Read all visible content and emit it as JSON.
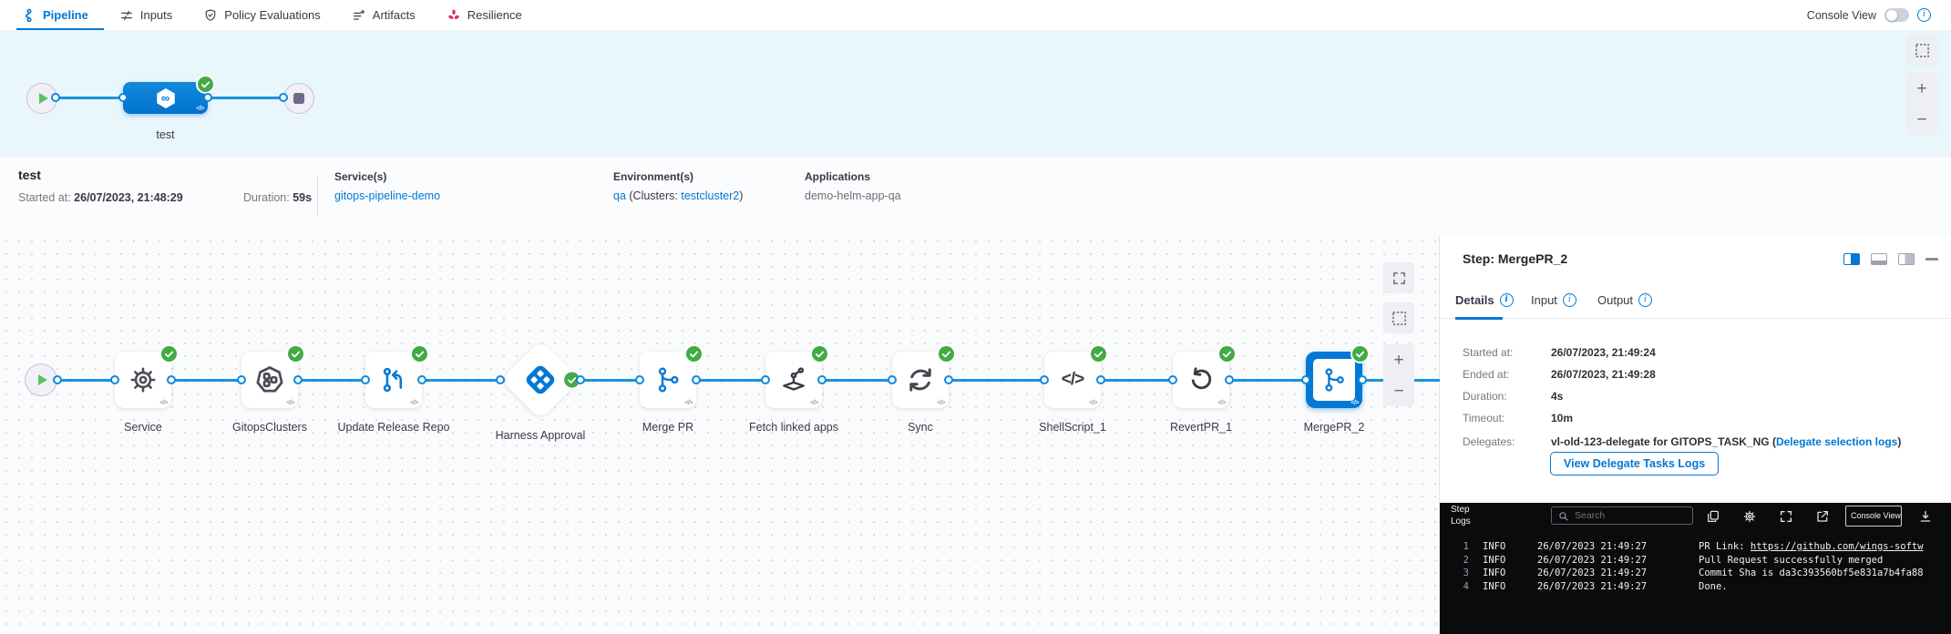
{
  "topbar": {
    "tabs": [
      {
        "label": "Pipeline",
        "icon": "pipeline-icon",
        "active": true
      },
      {
        "label": "Inputs",
        "icon": "inputs-icon",
        "active": false
      },
      {
        "label": "Policy Evaluations",
        "icon": "policy-evaluations-icon",
        "active": false
      },
      {
        "label": "Artifacts",
        "icon": "artifacts-icon",
        "active": false
      },
      {
        "label": "Resilience",
        "icon": "resilience-icon",
        "active": false
      }
    ],
    "console_view_label": "Console View",
    "console_view_on": false
  },
  "stage": {
    "name": "test",
    "status": "success",
    "icon": "gitops-stage-icon"
  },
  "run_meta": {
    "title": "test",
    "started_label": "Started at:",
    "started_value": "26/07/2023, 21:48:29",
    "duration_label": "Duration:",
    "duration_value": "59s",
    "services_label": "Service(s)",
    "services_value": "gitops-pipeline-demo",
    "environments_label": "Environment(s)",
    "env_link": "qa",
    "env_mid": " (Clusters: ",
    "env_cluster": "testcluster2",
    "env_close": ")",
    "applications_label": "Applications",
    "applications_value": "demo-helm-app-qa"
  },
  "graph": {
    "steps": [
      {
        "label": "Service",
        "icon": "gear-icon",
        "status": "success"
      },
      {
        "label": "GitopsClusters",
        "icon": "clusters-icon",
        "status": "success"
      },
      {
        "label": "Update Release Repo",
        "icon": "update-release-icon",
        "status": "success"
      },
      {
        "label": "Harness Approval",
        "icon": "approval-icon",
        "status": "success"
      },
      {
        "label": "Merge PR",
        "icon": "git-branch-icon",
        "status": "success"
      },
      {
        "label": "Fetch linked apps",
        "icon": "fetch-apps-icon",
        "status": "success"
      },
      {
        "label": "Sync",
        "icon": "sync-icon",
        "status": "success"
      },
      {
        "label": "ShellScript_1",
        "icon": "code-icon",
        "status": "success"
      },
      {
        "label": "RevertPR_1",
        "icon": "revert-icon",
        "status": "success"
      },
      {
        "label": "MergePR_2",
        "icon": "git-branch-icon",
        "status": "success",
        "selected": true
      }
    ]
  },
  "step_panel": {
    "title": "Step: MergePR_2",
    "tabs": [
      "Details",
      "Input",
      "Output"
    ],
    "fields": [
      {
        "label": "Started at:",
        "value": "26/07/2023, 21:49:24"
      },
      {
        "label": "Ended at:",
        "value": "26/07/2023, 21:49:28"
      },
      {
        "label": "Duration:",
        "value": "4s"
      },
      {
        "label": "Timeout:",
        "value": "10m"
      }
    ],
    "delegates_label": "Delegates:",
    "delegates_value": "vl-old-123-delegate for GITOPS_TASK_NG",
    "delegates_open": " (",
    "delegates_link": "Delegate selection logs",
    "delegates_close": ")",
    "view_logs_button": "View Delegate Tasks Logs"
  },
  "log_console": {
    "title": "Step Logs",
    "search_placeholder": "Search",
    "console_view_button": "Console View",
    "lines": [
      {
        "num": "1",
        "level": "INFO",
        "time": "26/07/2023 21:49:27",
        "prefix": "PR Link: ",
        "link": "https://github.com/wings-softw"
      },
      {
        "num": "2",
        "level": "INFO",
        "time": "26/07/2023 21:49:27",
        "text": "Pull Request successfully merged"
      },
      {
        "num": "3",
        "level": "INFO",
        "time": "26/07/2023 21:49:27",
        "text": "Commit Sha is da3c393560bf5e831a7b4fa88"
      },
      {
        "num": "4",
        "level": "INFO",
        "time": "26/07/2023 21:49:27",
        "text": "Done."
      }
    ]
  },
  "glyphs": {
    "info": "i",
    "code": "</>",
    "infinity": "∞",
    "plus": "+",
    "minus": "−"
  },
  "colors": {
    "accent_blue": "#0278d5",
    "line_blue": "#1b93de",
    "success_green": "#42ab45",
    "resilience_pink": "#e0326f",
    "stage_banner_bg": "#e9f6fc",
    "console_bg": "#0a0b0d"
  }
}
